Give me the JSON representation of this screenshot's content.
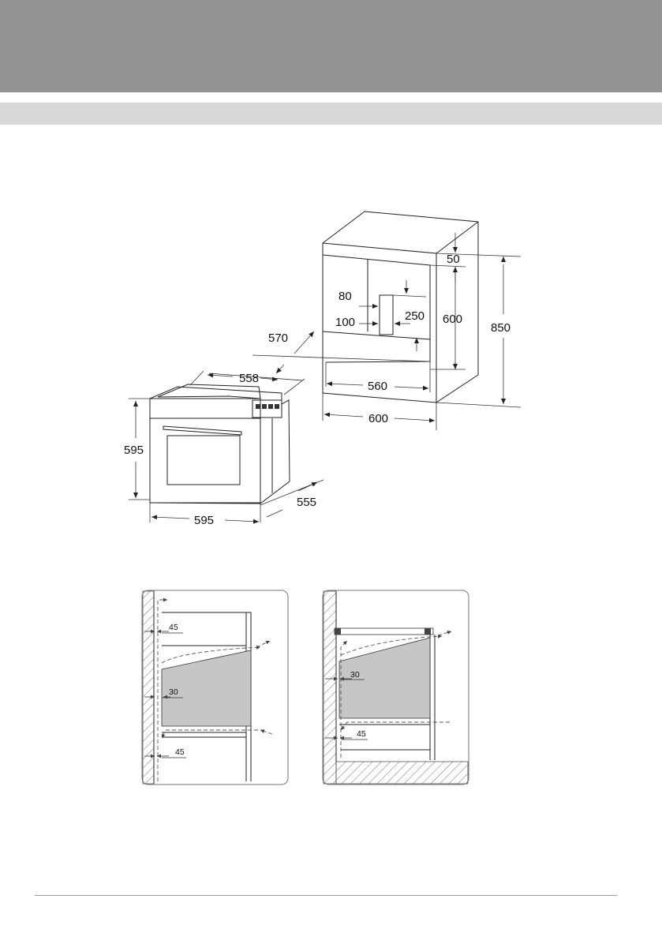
{
  "header": {
    "band_color": "#929292",
    "subband_color": "#d9d9d9"
  },
  "cabinet_dimensions": {
    "top_gap": "50",
    "vent_width": "80",
    "vent_offset": "100",
    "vent_height": "250",
    "opening_height": "600",
    "cabinet_height": "850",
    "depth": "570",
    "opening_width": "560",
    "cabinet_width": "600"
  },
  "oven_dimensions": {
    "top_width": "558",
    "height": "595",
    "width": "595",
    "depth": "555"
  },
  "ventilation_left": {
    "clearance_top": "45",
    "clearance_mid": "30",
    "clearance_bottom": "45"
  },
  "ventilation_right": {
    "clearance_mid": "30",
    "clearance_bottom": "45"
  }
}
